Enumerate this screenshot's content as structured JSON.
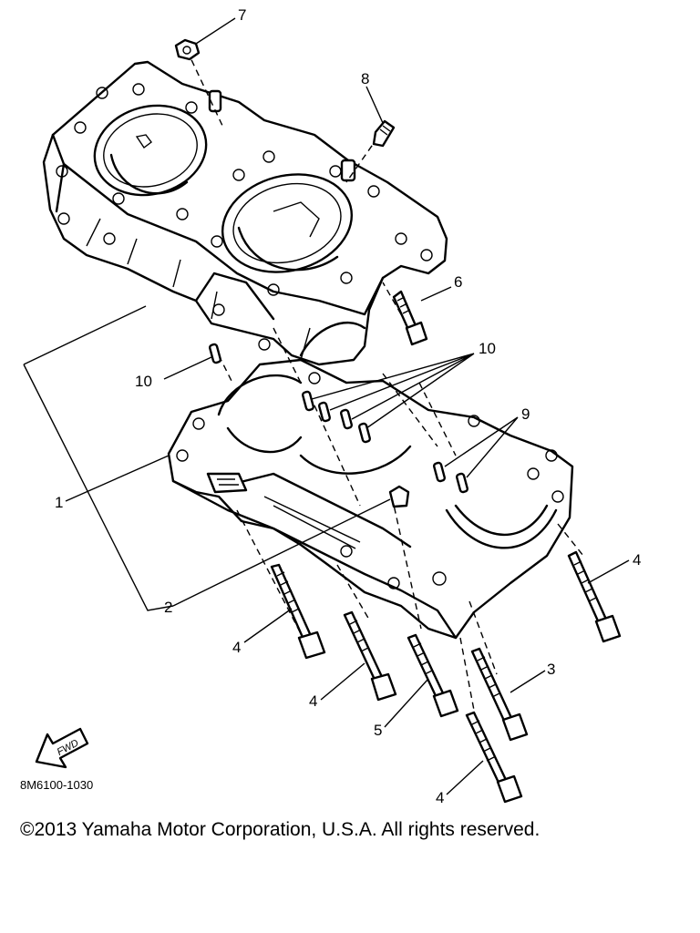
{
  "callouts": {
    "c1": "1",
    "c2": "2",
    "c3": "3",
    "c4a": "4",
    "c4b": "4",
    "c4c": "4",
    "c4d": "4",
    "c5": "5",
    "c6": "6",
    "c7": "7",
    "c8": "8",
    "c9": "9",
    "c10a": "10",
    "c10b": "10"
  },
  "diagram_code": "8M6100-1030",
  "fwd_label": "FWD",
  "copyright": "©2013 Yamaha Motor Corporation, U.S.A. All rights reserved."
}
